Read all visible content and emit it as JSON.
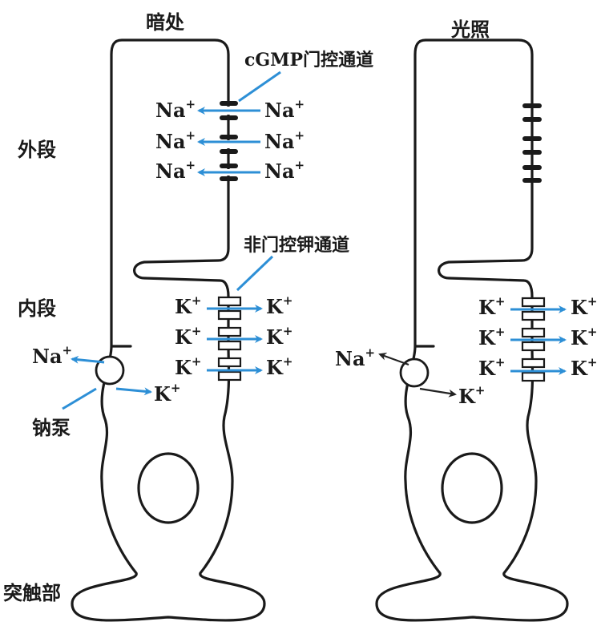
{
  "colors": {
    "ink": "#1a1a1a",
    "arrow_active": "#2d8fd6",
    "arrow_light": "#222222",
    "background": "#ffffff"
  },
  "panels": {
    "dark": {
      "title": "暗处"
    },
    "light": {
      "title": "光照"
    }
  },
  "region_labels": {
    "outer_segment": "外段",
    "inner_segment": "内段",
    "sodium_pump": "钠泵",
    "synaptic_terminal": "突触部"
  },
  "callouts": {
    "cgmp_channel": "cGMP门控通道",
    "k_leak_channel": "非门控钾通道"
  },
  "ions": {
    "na": {
      "symbol": "Na",
      "charge": "+"
    },
    "k": {
      "symbol": "K",
      "charge": "+"
    }
  },
  "icons": {
    "pump": "sodium-pump-circle-icon",
    "channel": "ion-channel-icon",
    "arrow": "arrow-icon"
  }
}
